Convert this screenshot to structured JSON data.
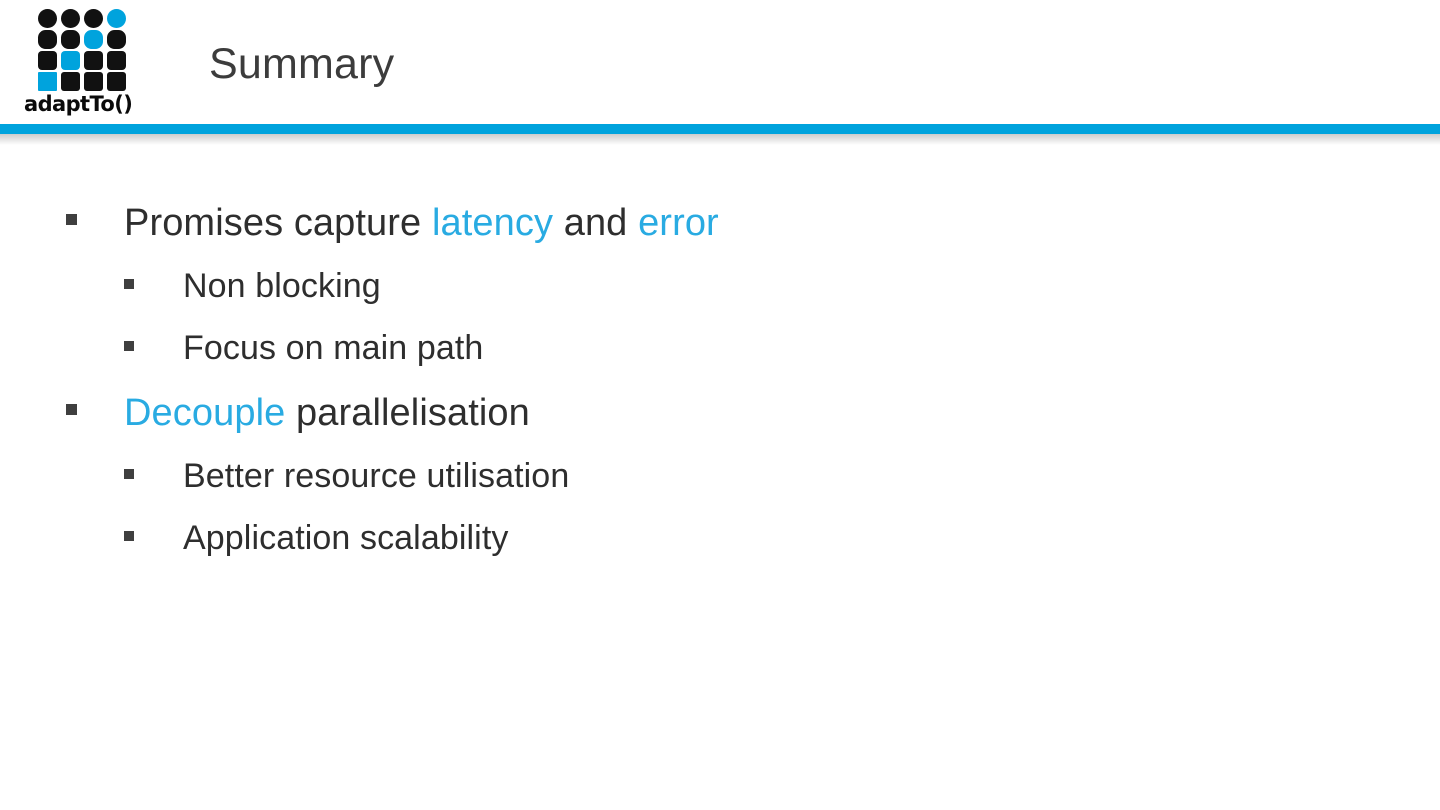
{
  "slide": {
    "title": "Summary",
    "brand": {
      "wordmark": "adaptTo()",
      "accent_color": "#00a3dd",
      "dot_color": "#111111",
      "logo_grid": [
        [
          "dark",
          "dark",
          "dark",
          "accent"
        ],
        [
          "dark",
          "dark",
          "accent",
          "dark"
        ],
        [
          "dark",
          "accent",
          "dark",
          "dark"
        ],
        [
          "accent",
          "dark",
          "dark",
          "dark"
        ]
      ]
    },
    "divider_color": "#00a3dd",
    "text_color": "#2e2e2e",
    "title_color": "#3c3c3c",
    "bullets": [
      {
        "level": 1,
        "runs": [
          {
            "text": "Promises capture ",
            "accent": false
          },
          {
            "text": "latency",
            "accent": true
          },
          {
            "text": " and ",
            "accent": false
          },
          {
            "text": "error",
            "accent": true
          }
        ],
        "plain": "Promises capture latency and error"
      },
      {
        "level": 2,
        "runs": [
          {
            "text": "Non blocking",
            "accent": false
          }
        ],
        "plain": "Non blocking"
      },
      {
        "level": 2,
        "runs": [
          {
            "text": "Focus on main path",
            "accent": false
          }
        ],
        "plain": "Focus on main path"
      },
      {
        "level": 1,
        "runs": [
          {
            "text": "Decouple",
            "accent": true
          },
          {
            "text": " parallelisation",
            "accent": false
          }
        ],
        "plain": "Decouple parallelisation"
      },
      {
        "level": 2,
        "runs": [
          {
            "text": "Better resource utilisation",
            "accent": false
          }
        ],
        "plain": "Better resource utilisation"
      },
      {
        "level": 2,
        "runs": [
          {
            "text": "Application scalability",
            "accent": false
          }
        ],
        "plain": "Application scalability"
      }
    ]
  }
}
